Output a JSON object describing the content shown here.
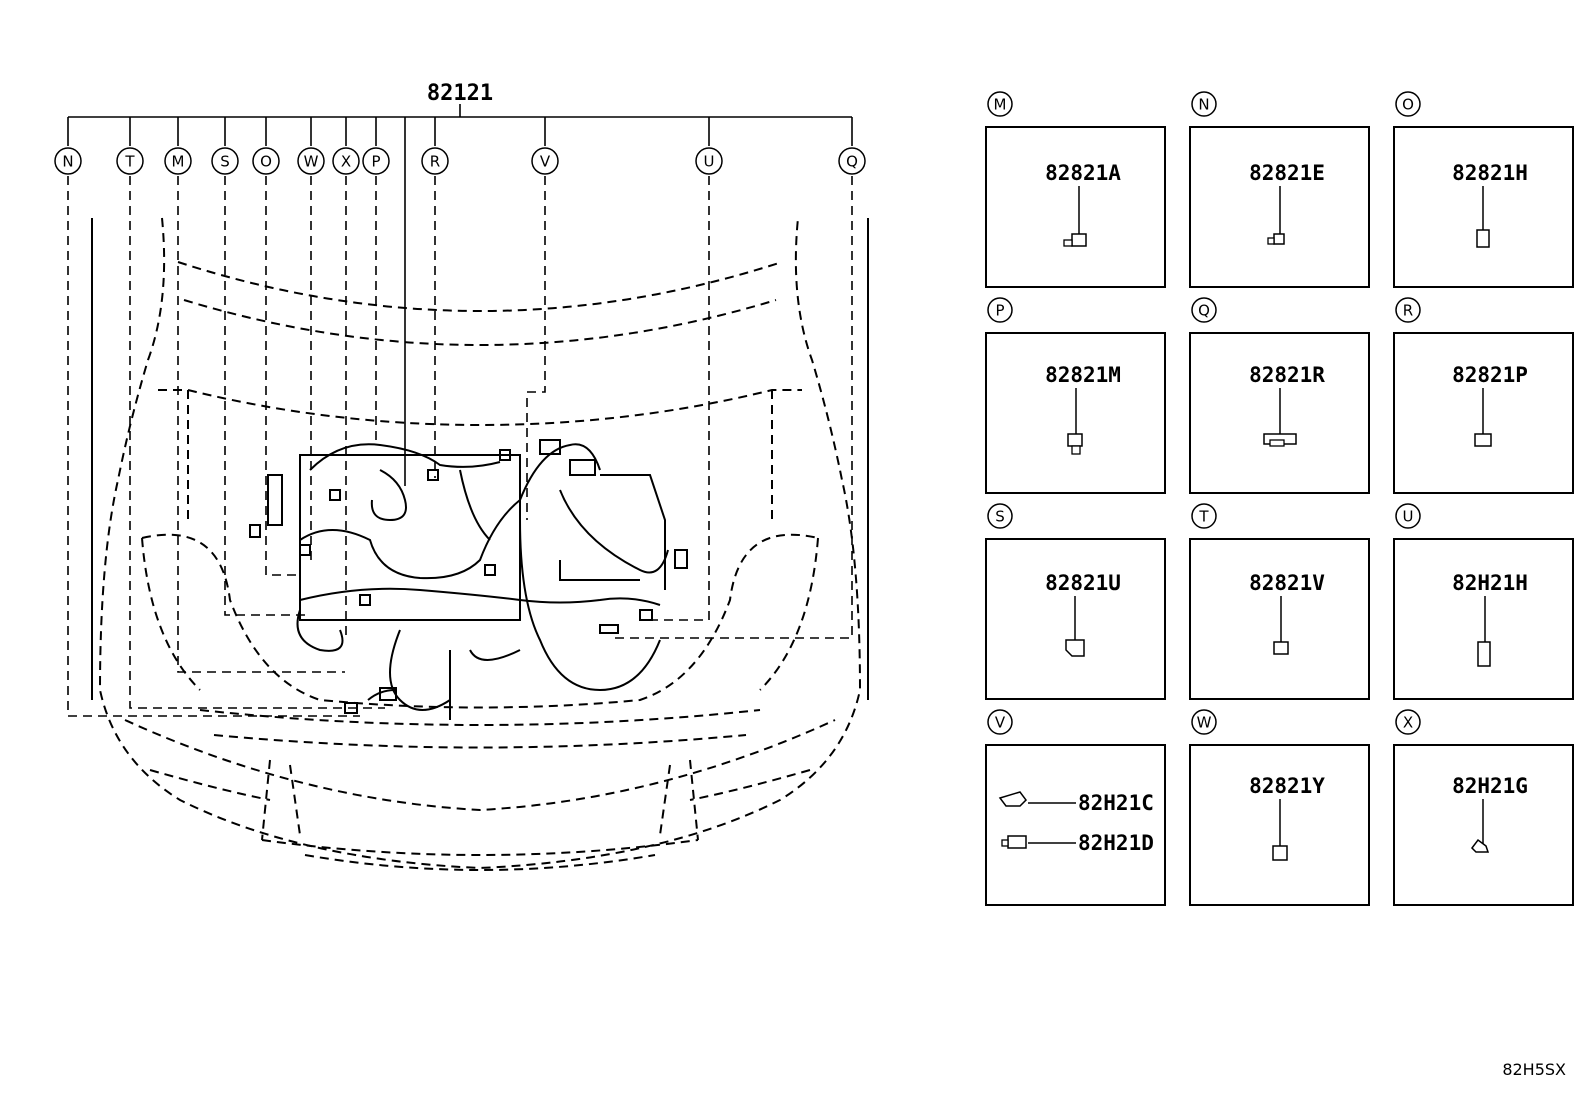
{
  "main_part_number": "82121",
  "main_callouts": [
    "N",
    "T",
    "M",
    "S",
    "O",
    "W",
    "X",
    "P",
    "R",
    "V",
    "U",
    "Q"
  ],
  "panels": [
    {
      "letter": "M",
      "parts": [
        "82821A"
      ]
    },
    {
      "letter": "N",
      "parts": [
        "82821E"
      ]
    },
    {
      "letter": "O",
      "parts": [
        "82821H"
      ]
    },
    {
      "letter": "P",
      "parts": [
        "82821M"
      ]
    },
    {
      "letter": "Q",
      "parts": [
        "82821R"
      ]
    },
    {
      "letter": "R",
      "parts": [
        "82821P"
      ]
    },
    {
      "letter": "S",
      "parts": [
        "82821U"
      ]
    },
    {
      "letter": "T",
      "parts": [
        "82821V"
      ]
    },
    {
      "letter": "U",
      "parts": [
        "82H21H"
      ]
    },
    {
      "letter": "V",
      "parts": [
        "82H21C",
        "82H21D"
      ]
    },
    {
      "letter": "W",
      "parts": [
        "82821Y"
      ]
    },
    {
      "letter": "X",
      "parts": [
        "82H21G"
      ]
    }
  ],
  "diagram_code": "82H5SX"
}
